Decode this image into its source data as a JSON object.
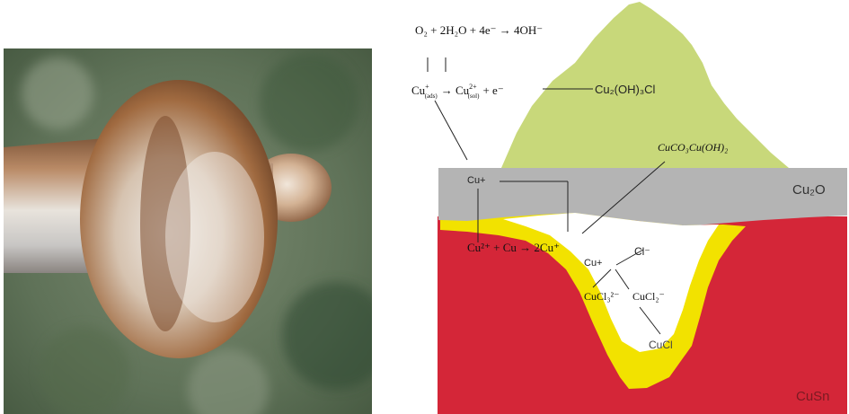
{
  "photo": {
    "subject": "corroded bronze rod with knob"
  },
  "labels": {
    "eq_oxygen_reduction": "O₂ + 2H₂O + 4e⁻ → 4OH⁻",
    "eq_oxidation_left": "Cu",
    "eq_oxidation_left_sup": "+",
    "eq_oxidation_left_sub": "(ads)",
    "eq_oxidation_arrow": "→ Cu",
    "eq_oxidation_right_sup": "2+",
    "eq_oxidation_right_sub": "(sol)",
    "eq_oxidation_tail": "+ e⁻",
    "atacamite": "Cu₂(OH)₃Cl",
    "malachite": "CuCO₃Cu(OH)₂",
    "cu_plus_layer": "Cu+",
    "cu2o": "Cu₂O",
    "disproportionation": "Cu²⁺ + Cu → 2Cu⁺",
    "cl_minus": "Cl⁻",
    "cu_plus_pit": "Cu+",
    "cucl3": "CuCl₃²⁻",
    "cucl2": "CuCl₂⁻",
    "cucl": "CuCl",
    "cusn": "CuSn"
  },
  "colors": {
    "atacamite": "#c8d87a",
    "cu2o_layer": "#b4b4b4",
    "cucl_layer": "#f2e200",
    "pit": "#ffffff",
    "bronze_substrate": "#d42638"
  }
}
